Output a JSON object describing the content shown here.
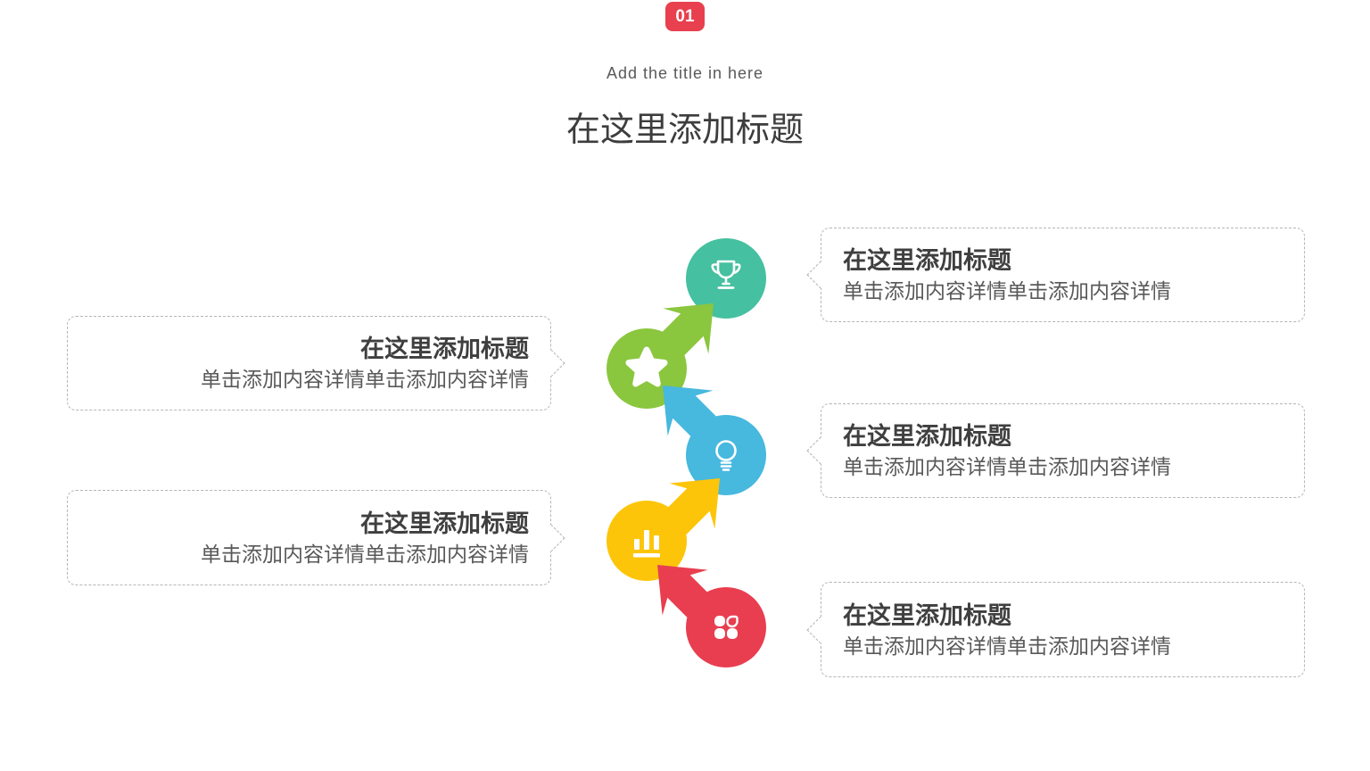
{
  "slide": {
    "badge": "01",
    "subtitle": "Add the title in here",
    "title": "在这里添加标题"
  },
  "callouts": [
    {
      "id": "callout-trophy",
      "side": "right",
      "linked_icon": "trophy-icon",
      "title": "在这里添加标题",
      "body": "单击添加内容详情单击添加内容详情"
    },
    {
      "id": "callout-star",
      "side": "left",
      "linked_icon": "star-icon",
      "title": "在这里添加标题",
      "body": "单击添加内容详情单击添加内容详情"
    },
    {
      "id": "callout-bulb",
      "side": "right",
      "linked_icon": "lightbulb-icon",
      "title": "在这里添加标题",
      "body": "单击添加内容详情单击添加内容详情"
    },
    {
      "id": "callout-chart",
      "side": "left",
      "linked_icon": "bar-chart-icon",
      "title": "在这里添加标题",
      "body": "单击添加内容详情单击添加内容详情"
    },
    {
      "id": "callout-flower",
      "side": "right",
      "linked_icon": "flower-icon",
      "title": "在这里添加标题",
      "body": "单击添加内容详情单击添加内容详情"
    }
  ],
  "nodes": [
    {
      "icon": "trophy-icon",
      "color": "#45c0a0"
    },
    {
      "icon": "star-icon",
      "color": "#8bc63f"
    },
    {
      "icon": "lightbulb-icon",
      "color": "#47b8de"
    },
    {
      "icon": "bar-chart-icon",
      "color": "#fdc50a"
    },
    {
      "icon": "flower-icon",
      "color": "#e83e50"
    }
  ],
  "arrows": [
    {
      "from": "star-icon",
      "to": "trophy-icon",
      "color": "#8bc63f"
    },
    {
      "from": "lightbulb-icon",
      "to": "star-icon",
      "color": "#47b8de"
    },
    {
      "from": "bar-chart-icon",
      "to": "lightbulb-icon",
      "color": "#fdc50a"
    },
    {
      "from": "flower-icon",
      "to": "bar-chart-icon",
      "color": "#e83e50"
    }
  ],
  "colors": {
    "badge_bg": "#e8404e",
    "badge_text": "#ffffff",
    "title_text": "#3d3d3d",
    "subtitle_text": "#595959",
    "callout_title_text": "#3f3f3f",
    "callout_body_text": "#595959",
    "callout_border": "#b5b5b5"
  }
}
